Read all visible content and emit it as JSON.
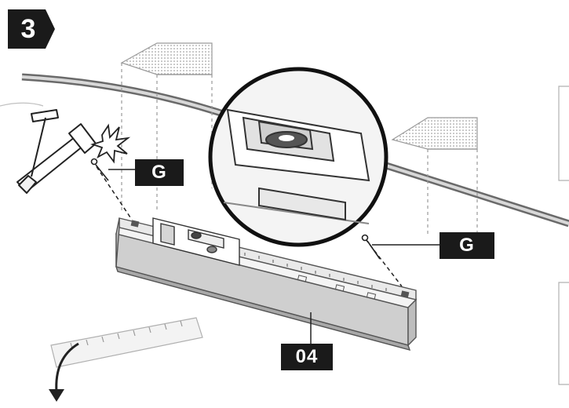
{
  "step": {
    "number": "3"
  },
  "labels": {
    "screw_left": "G",
    "screw_right": "G",
    "part": "04"
  }
}
